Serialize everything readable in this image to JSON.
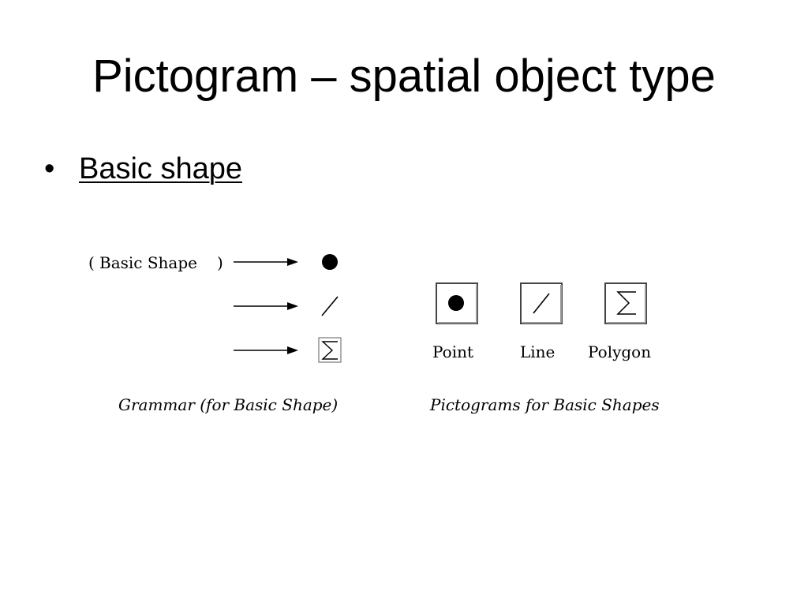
{
  "slide": {
    "title": "Pictogram – spatial object type",
    "bullet": {
      "marker": "•",
      "text": "Basic shape"
    }
  },
  "figure": {
    "grammar": {
      "nonterminal_open": "(",
      "nonterminal": "Basic Shape",
      "nonterminal_close": ")",
      "productions": [
        "point",
        "line",
        "polygon"
      ],
      "caption": "Grammar (for Basic Shape)"
    },
    "pictograms": {
      "items": [
        {
          "icon": "point-icon",
          "label": "Point"
        },
        {
          "icon": "line-icon",
          "label": "Line"
        },
        {
          "icon": "polygon-icon",
          "label": "Polygon"
        }
      ],
      "caption": "Pictograms for Basic Shapes"
    }
  }
}
